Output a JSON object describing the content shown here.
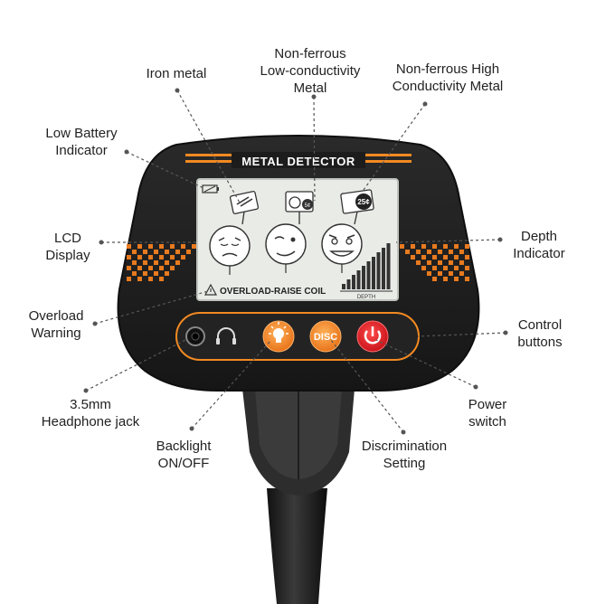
{
  "device": {
    "title": "METAL DETECTOR",
    "warning_text": "OVERLOAD-RAISE COIL",
    "depth_label": "DEPTH",
    "coin_label": "25¢",
    "disc_label": "DISC",
    "colors": {
      "body": "#1c1c1c",
      "accent": "#f28a22",
      "lcd": "#e9ebe6",
      "power": "#e01f26"
    }
  },
  "callouts": {
    "iron_metal": "Iron metal",
    "non_ferrous_low": "Non-ferrous\nLow-conductivity\nMetal",
    "non_ferrous_high": "Non-ferrous High\nConductivity Metal",
    "low_battery": "Low Battery\nIndicator",
    "lcd_display": "LCD\nDisplay",
    "depth_indicator": "Depth\nIndicator",
    "overload_warning": "Overload\nWarning",
    "control_buttons": "Control\nbuttons",
    "headphone_jack": "3.5mm\nHeadphone jack",
    "power_switch": "Power\nswitch",
    "backlight": "Backlight\nON/OFF",
    "discrimination": "Discrimination\nSetting"
  }
}
